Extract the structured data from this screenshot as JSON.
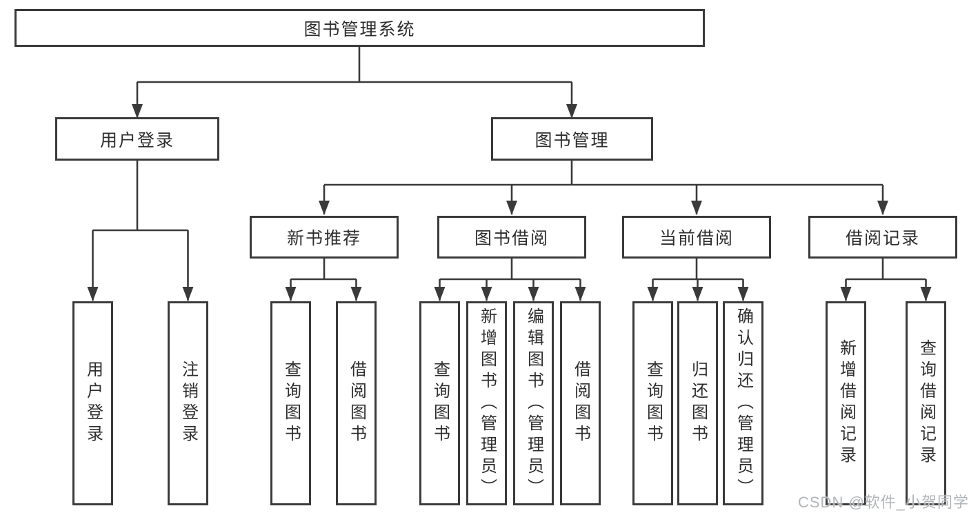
{
  "diagram": {
    "root": "图书管理系统",
    "level2": [
      "用户登录",
      "图书管理"
    ],
    "level3": [
      "新书推荐",
      "图书借阅",
      "当前借阅",
      "借阅记录"
    ],
    "leaves": {
      "user_login": [
        "用户登录",
        "注销登录"
      ],
      "new_book": [
        "查询图书",
        "借阅图书"
      ],
      "borrow": [
        "查询图书",
        "新增图书（管理员）",
        "编辑图书（管理员）",
        "借阅图书"
      ],
      "current": [
        "查询图书",
        "归还图书",
        "确认归还（管理员）"
      ],
      "records": [
        "新增借阅记录",
        "查询借阅记录"
      ]
    },
    "watermark": "CSDN @软件_小贺同学",
    "colors": {
      "line": "#3a3a3a",
      "text": "#2e2e2e",
      "background": "#ffffff",
      "watermark": "#b2b5b8"
    }
  }
}
